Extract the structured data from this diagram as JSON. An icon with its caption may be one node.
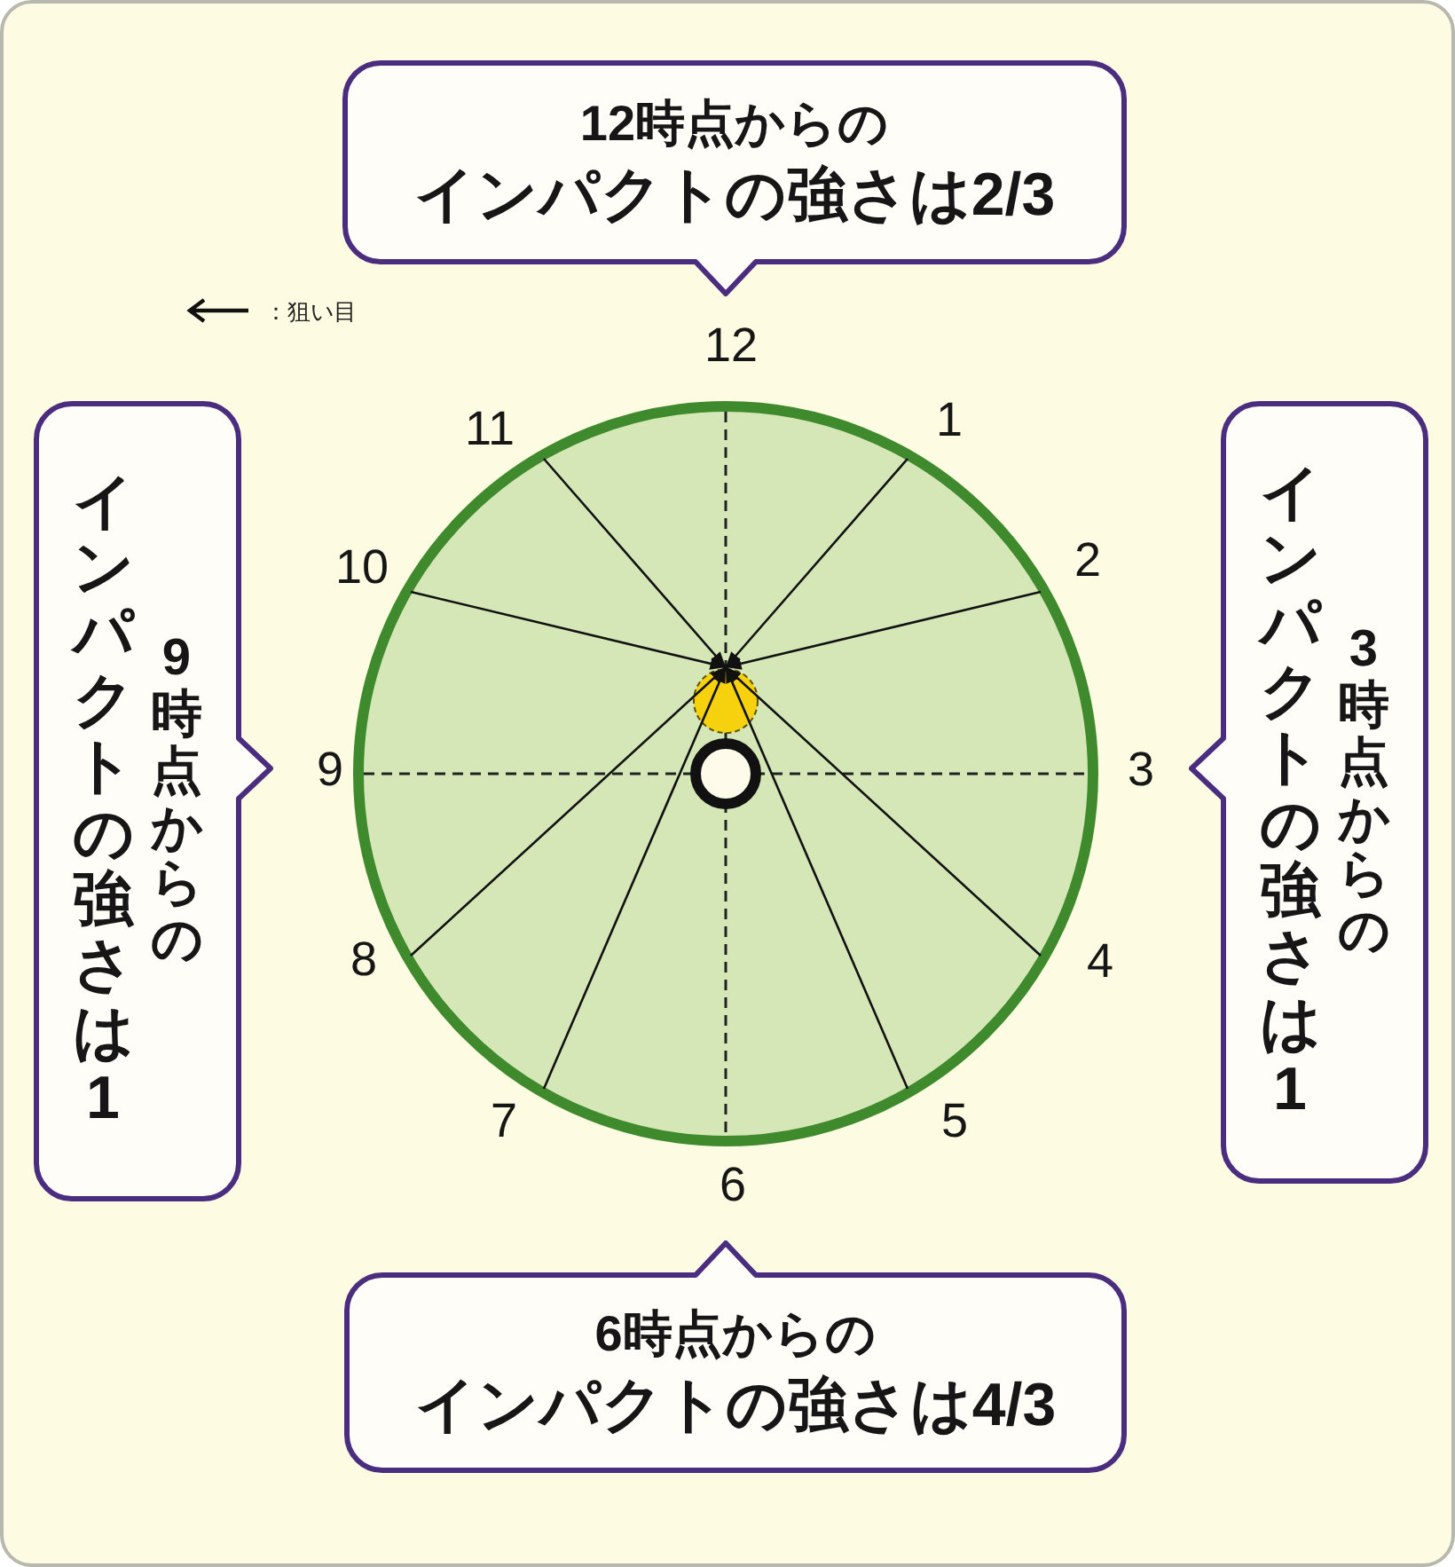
{
  "diagram": {
    "nodes": [
      {
        "text": [
          "12時点からのインパクトの強さは2/3"
        ]
      },
      {
        "text": [
          "9時点からのインパクトの強さは1"
        ]
      },
      {
        "text": [],
        "shape": "circle"
      },
      {
        "text": [
          "3時点からのインパクトの強さは1"
        ]
      },
      {
        "text": [
          "6時点からのインパクトの強さは4/3"
        ]
      }
    ],
    "edges": [
      {
        "from": null,
        "to": 2,
        "arrow": "to"
      },
      {
        "from": null,
        "to": 2,
        "arrow": "to"
      },
      {
        "from": null,
        "to": 2,
        "arrow": "to"
      },
      {
        "from": null,
        "to": 2,
        "arrow": "to"
      },
      {
        "from": null,
        "to": 2,
        "arrow": "to"
      },
      {
        "from": null,
        "to": 2,
        "arrow": "to"
      },
      {
        "from": null,
        "to": 2,
        "arrow": "to"
      },
      {
        "from": null,
        "to": 2,
        "arrow": "to"
      }
    ],
    "labels": [
      "12",
      "11",
      "1",
      "10",
      "2",
      "9",
      "3",
      "8",
      "4",
      "7",
      "5",
      "6"
    ],
    "legend": [
      {
        "text": "：狙い目"
      }
    ]
  }
}
